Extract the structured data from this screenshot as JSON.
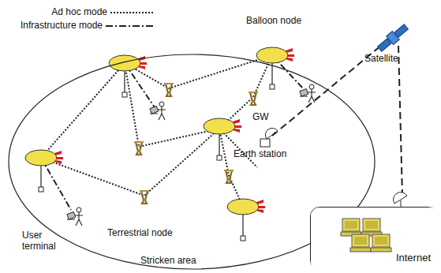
{
  "diagram": {
    "nodes": [
      {
        "text": [
          "Stricken area"
        ]
      },
      {
        "text": [
          "Internet"
        ]
      }
    ],
    "labels": [
      "Balloon node",
      "Satellite",
      "GW",
      "Earth station",
      "Terrestrial node",
      "User terminal"
    ],
    "legend": [
      {
        "text": "Ad hoc mode"
      },
      {
        "text": "Infrastructure mode"
      }
    ]
  }
}
